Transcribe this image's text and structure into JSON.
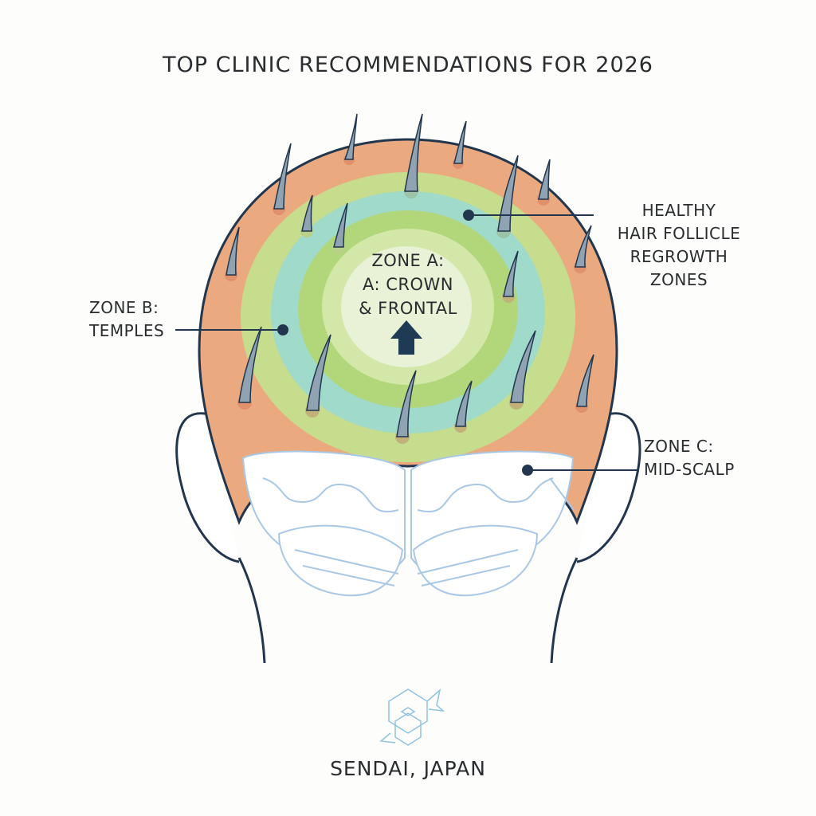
{
  "title": "TOP CLINIC RECOMMENDATIONS FOR 2026",
  "zones": {
    "a": {
      "line1": "ZONE A:",
      "line2": "A: CROWN",
      "line3": "& FRONTAL"
    },
    "b": {
      "line1": "ZONE B:",
      "line2": "TEMPLES"
    },
    "c": {
      "line1": "ZONE C:",
      "line2": "MID-SCALP"
    },
    "healthy": {
      "line1": "HEALTHY",
      "line2": "HAIR FOLLICLE",
      "line3": "REGROWTH",
      "line4": "ZONES"
    }
  },
  "footer": "SENDAI, JAPAN",
  "colors": {
    "outer": "#eba97f",
    "ring1": "#c5dd8d",
    "ring2": "#9fdacb",
    "ring3": "#b2d77a",
    "ring4": "#d3e7a8",
    "core": "#e9f1d6",
    "outline": "#22364d",
    "brain": "#a9c8e6"
  }
}
